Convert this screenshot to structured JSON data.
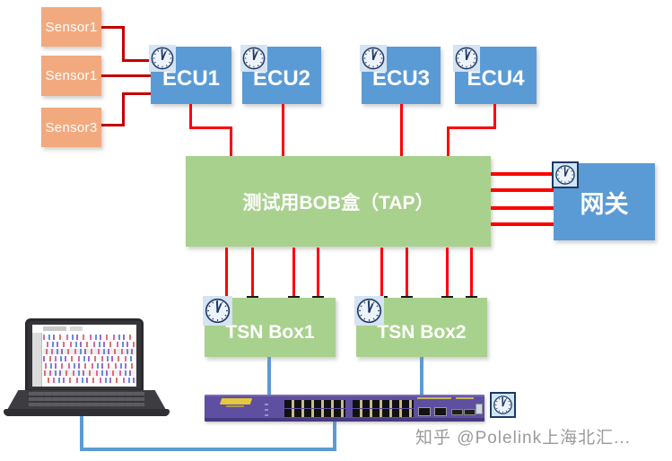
{
  "nodes": {
    "sensors": [
      {
        "label": "Sensor1"
      },
      {
        "label": "Sensor1"
      },
      {
        "label": "Sensor3"
      }
    ],
    "ecus": [
      {
        "label": "ECU1"
      },
      {
        "label": "ECU2"
      },
      {
        "label": "ECU3"
      },
      {
        "label": "ECU4"
      }
    ],
    "tap": {
      "label": "测试用BOB盒（TAP）"
    },
    "gateway": {
      "label": "网关"
    },
    "tsn_boxes": [
      {
        "label": "TSN Box1"
      },
      {
        "label": "TSN Box2"
      }
    ]
  },
  "equipment": {
    "laptop": "laptop-with-measurement-software",
    "switch": "ethernet-switch-24-port"
  },
  "icons": {
    "clock": "clock-icon"
  },
  "connections": [
    {
      "from": "Sensor1",
      "to": "ECU1",
      "style": "dark-red"
    },
    {
      "from": "Sensor1",
      "to": "ECU1",
      "style": "dark-red"
    },
    {
      "from": "Sensor3",
      "to": "ECU1",
      "style": "dark-red"
    },
    {
      "from": "ECU1",
      "to": "TAP",
      "style": "red"
    },
    {
      "from": "ECU2",
      "to": "TAP",
      "style": "red"
    },
    {
      "from": "ECU3",
      "to": "TAP",
      "style": "red"
    },
    {
      "from": "ECU4",
      "to": "TAP",
      "style": "red"
    },
    {
      "from": "TAP",
      "to": "网关",
      "style": "red",
      "count": 4
    },
    {
      "from": "TAP",
      "to": "TSN Box1",
      "style": "red-terminated",
      "count": 4
    },
    {
      "from": "TAP",
      "to": "TSN Box2",
      "style": "red-terminated",
      "count": 4
    },
    {
      "from": "TSN Box1",
      "to": "switch",
      "style": "blue"
    },
    {
      "from": "TSN Box2",
      "to": "switch",
      "style": "blue"
    },
    {
      "from": "laptop",
      "to": "switch",
      "style": "blue"
    }
  ],
  "colors": {
    "sensor_orange": "#F3A97E",
    "node_blue": "#5B9BD5",
    "node_green": "#A9D18E",
    "line_red": "#FF0000",
    "line_dark_red": "#C00000",
    "line_blue": "#5B9BD5",
    "clock_navy": "#1F3864",
    "switch_purple": "#5F4FA0"
  },
  "watermark": {
    "text": "知乎 @Polelink上海北汇..."
  }
}
